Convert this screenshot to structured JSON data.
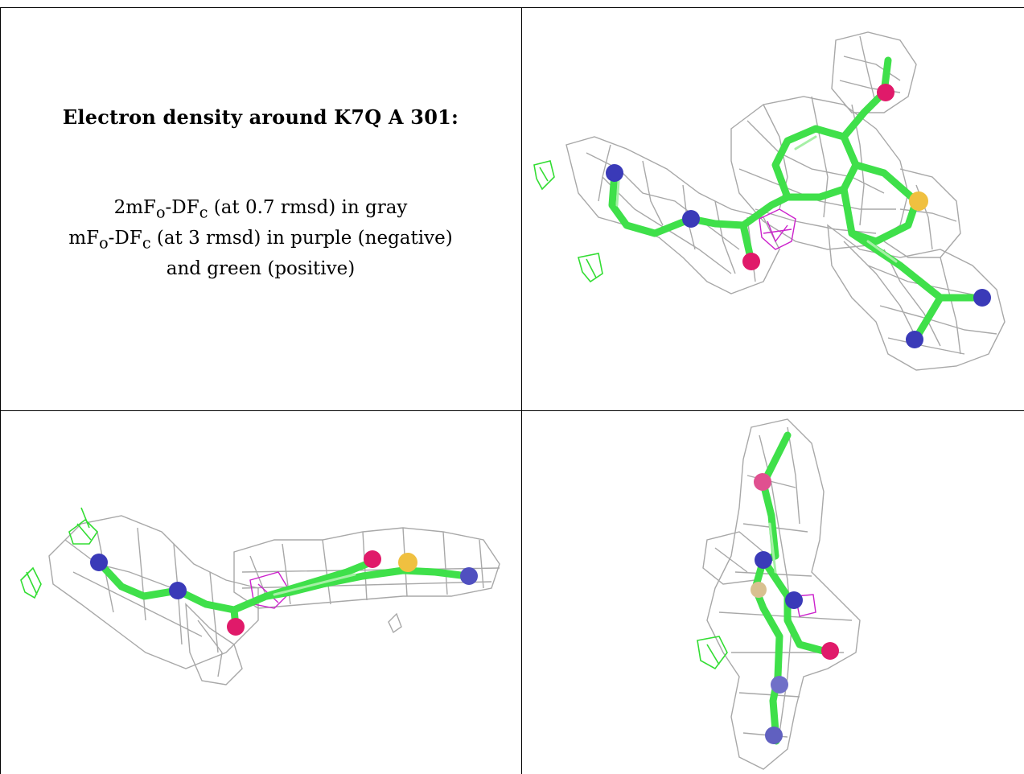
{
  "caption": {
    "title": "Electron density around K7Q A 301:",
    "line1": {
      "prefix": "2mF",
      "sub_o": "o",
      "mid": "-DF",
      "sub_c": "c",
      "suffix": " (at 0.7 rmsd) in gray"
    },
    "line2": {
      "prefix": "mF",
      "sub_o": "o",
      "mid": "-DF",
      "sub_c": "c",
      "suffix": " (at 3 rmsd) in purple (negative)"
    },
    "line3": "and green (positive)"
  },
  "colors": {
    "mesh_2fofc": "#a8a8a8",
    "mesh_fofc_negative": "#cc22cc",
    "mesh_fofc_positive": "#33dd33",
    "carbon": "#3fe04a",
    "nitrogen": "#3a3ab8",
    "oxygen": "#e01a6a",
    "sulfur": "#f0c040"
  },
  "views": [
    {
      "name": "view-top-right"
    },
    {
      "name": "view-bottom-left"
    },
    {
      "name": "view-bottom-right"
    }
  ]
}
